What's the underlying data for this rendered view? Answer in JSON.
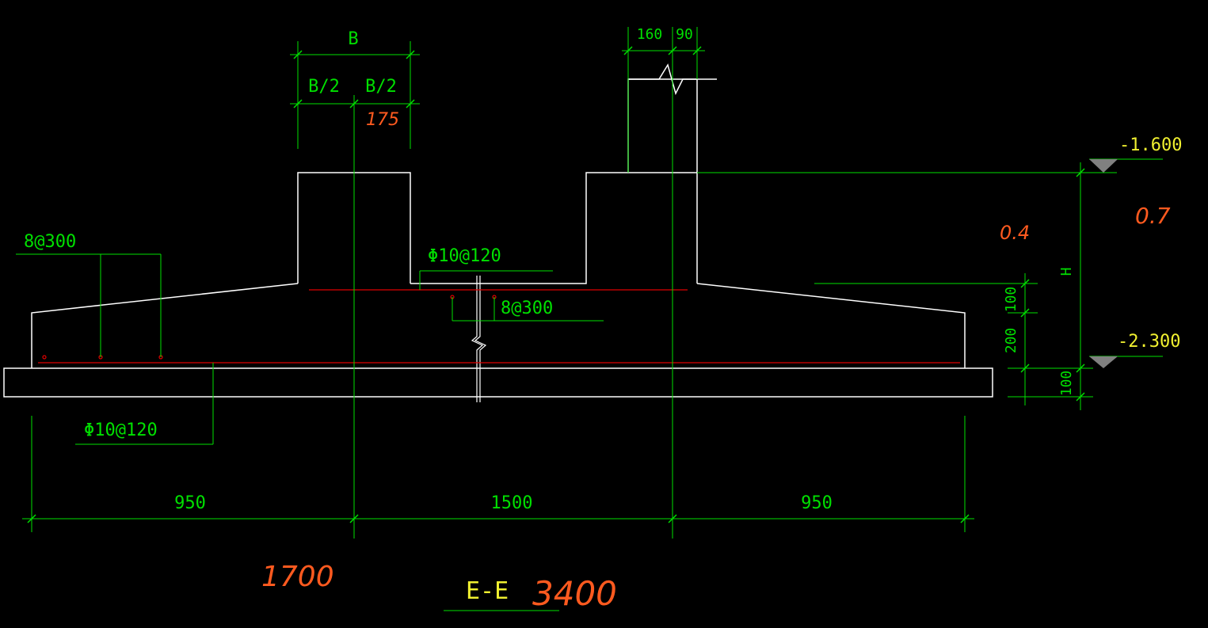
{
  "colors": {
    "background": "#000000",
    "outline": "#ffffff",
    "dimension": "#00e000",
    "rebar": "#e00000",
    "elevation_text": "#f0f030",
    "annotation": "#ff5a1f",
    "elevation_marker": "#808080"
  },
  "top_dims": {
    "b_label": "B",
    "b_half_left": "B/2",
    "b_half_right": "B/2",
    "col_right_left": "160",
    "col_right_right": "90"
  },
  "rebar_labels": {
    "left_top": "8@300",
    "center_top": "Φ10@120",
    "center_mid": "8@300",
    "bottom": "Φ10@120"
  },
  "right_dims": {
    "h_label": "H",
    "d100_top": "100",
    "d200": "200",
    "d100_bottom": "100"
  },
  "elevations": {
    "top": "-1.600",
    "bottom": "-2.300"
  },
  "bottom_dims": {
    "left": "950",
    "middle": "1500",
    "right": "950"
  },
  "section_title": "E-E",
  "handwritten": {
    "n175": "175",
    "n0_7": "0.7",
    "n0_4": "0.4",
    "n1700": "1700",
    "n3400": "3400"
  }
}
